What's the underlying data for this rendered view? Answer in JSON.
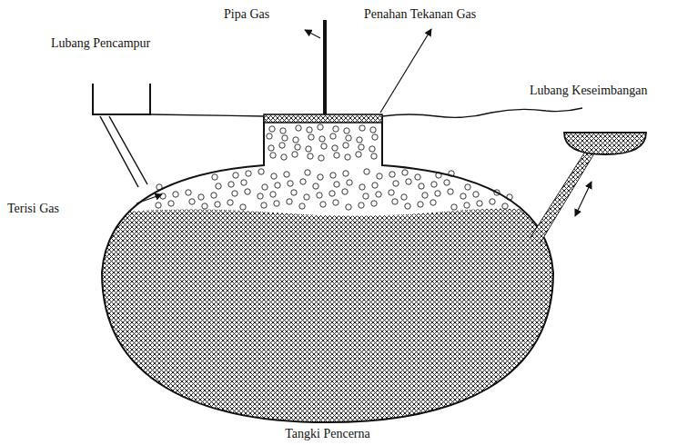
{
  "diagram": {
    "labels": [
      "Pipa Gas",
      "Penahan Tekanan Gas",
      "Lubang Pencampur",
      "Lubang Keseimbangan",
      "Terisi Gas",
      "Tangki Pencerna"
    ]
  }
}
